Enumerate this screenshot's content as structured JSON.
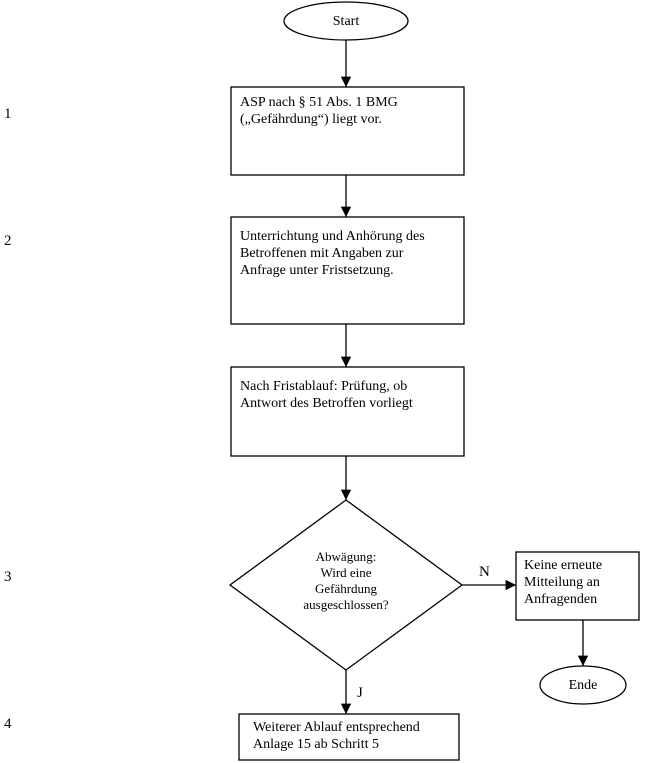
{
  "steps": [
    "1",
    "2",
    "3",
    "4"
  ],
  "nodes": {
    "start": "Start",
    "box1": "ASP nach § 51 Abs. 1 BMG\n(„Gefährdung“) liegt vor.",
    "box2": "Unterrichtung und Anhörung des\nBetroffenen mit Angaben zur\nAnfrage unter Fristsetzung.",
    "box3": "Nach Fristablauf: Prüfung, ob\nAntwort des Betroffen vorliegt",
    "decision": "Abwägung:\nWird eine\nGefährdung\nausgeschlossen?",
    "box_no": "Keine erneute\nMitteilung an\nAnfragenden",
    "end": "Ende",
    "box4": "Weiterer Ablauf entsprechend\nAnlage 15 ab Schritt 5"
  },
  "edge_labels": {
    "no": "N",
    "yes": "J"
  }
}
